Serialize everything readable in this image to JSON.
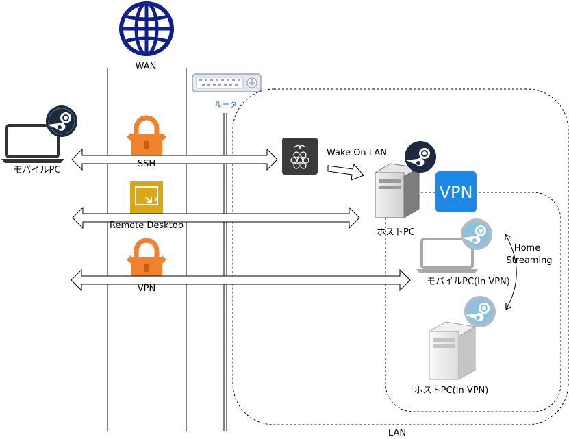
{
  "labels": {
    "wan": "WAN",
    "router": "ルータ",
    "lan": "LAN",
    "mobile_pc": "モバイルPC",
    "ssh": "SSH",
    "remote_desktop": "Remote Desktop",
    "vpn_link": "VPN",
    "wake_on_lan": "Wake On LAN",
    "host_pc": "ホストPC",
    "vpn_badge": "VPN",
    "mobile_pc_in_vpn": "モバイルPC(In VPN)",
    "host_pc_in_vpn": "ホストPC(In VPN)",
    "home_streaming_line1": "Home",
    "home_streaming_line2": "Streaming"
  },
  "colors": {
    "wan_globe": "#0f1f8c",
    "steam_dark": "#1b2a3e",
    "steam_light": "#8fc0dc",
    "orange": "#f0822e",
    "gold": "#d9a814",
    "raspberry_bg": "#3b3b3b",
    "vpn_blue": "#1e88e5",
    "server_gray": "#8a8a8a",
    "router_label": "#2372b8"
  },
  "icons": {
    "wan": "globe-icon",
    "router": "router-icon",
    "laptop": "laptop-icon",
    "steam": "steam-icon",
    "lock": "lock-icon",
    "remote_desktop": "remote-desktop-icon",
    "raspberry_pi": "raspberry-pi-icon",
    "server": "server-icon",
    "vpn": "vpn-icon"
  }
}
